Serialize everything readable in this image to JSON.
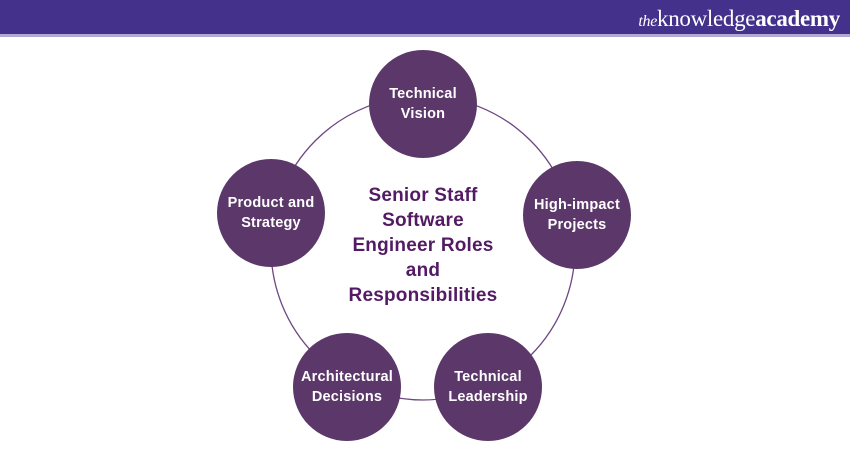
{
  "header": {
    "logo": {
      "the": "the",
      "knowledge": "knowledge",
      "academy": "academy"
    }
  },
  "diagram": {
    "title": "Senior Staff Software Engineer Roles and Responsibilities",
    "title_lines": [
      "Senior Staff",
      "Software",
      "Engineer Roles",
      "and",
      "Responsibilities"
    ],
    "nodes": [
      {
        "id": "technical-vision",
        "label": "Technical Vision",
        "position": "top"
      },
      {
        "id": "product-and-strategy",
        "label": "Product and Strategy",
        "position": "left"
      },
      {
        "id": "high-impact-projects",
        "label": "High-impact Projects",
        "position": "right"
      },
      {
        "id": "architectural-decisions",
        "label": "Architectural Decisions",
        "position": "bottom-left"
      },
      {
        "id": "technical-leadership",
        "label": "Technical Leadership",
        "position": "bottom-right"
      }
    ],
    "colors": {
      "header_bg": "#44318b",
      "header_border": "#b3a9d4",
      "node_fill": "#5b3869",
      "node_text": "#ffffff",
      "ring_stroke": "#6d4880",
      "title_text": "#521b63"
    }
  }
}
